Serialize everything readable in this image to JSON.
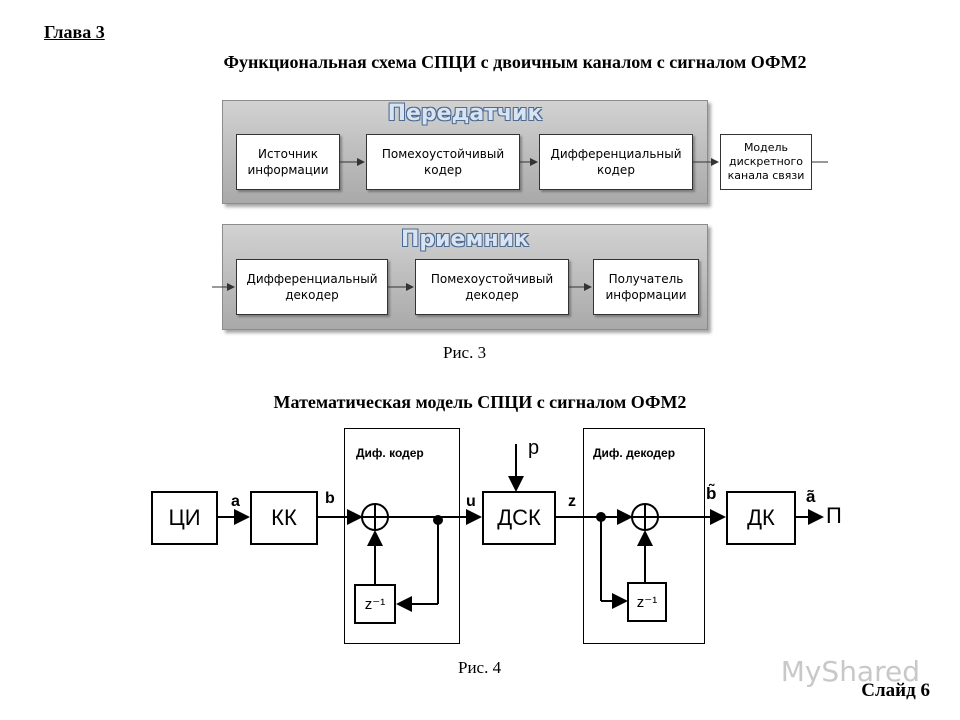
{
  "header": {
    "chapter": "Глава 3",
    "slide": "Слайд 6"
  },
  "fig3": {
    "title": "Функциональная схема СПЦИ с двоичным каналом с сигналом ОФМ2",
    "caption": "Рис. 3",
    "transmitter": {
      "title": "Передатчик",
      "blocks": [
        "Источник\nинформации",
        "Помехоустойчивый\nкодер",
        "Дифференциальный\nкодер"
      ]
    },
    "channel": "Модель\nдискретного\nканала связи",
    "receiver": {
      "title": "Приемник",
      "blocks": [
        "Дифференциальный\nдекодер",
        "Помехоустойчивый\nдекодер",
        "Получатель\nинформации"
      ]
    }
  },
  "fig4": {
    "title": "Математическая модель СПЦИ с сигналом ОФМ2",
    "caption": "Рис. 4",
    "blocks": {
      "ci": "ЦИ",
      "kk": "КК",
      "dsk": "ДСК",
      "dk": "ДК",
      "delay1": "z⁻¹",
      "delay2": "z⁻¹"
    },
    "frames": {
      "coder": "Диф. кодер",
      "decoder": "Диф. декодер"
    },
    "signals": {
      "a": "a",
      "b": "b",
      "u": "u",
      "z": "z",
      "b_tilde": "b̃",
      "a_hat": "ã",
      "p": "p",
      "out": "П"
    }
  },
  "watermark": "MyShared"
}
